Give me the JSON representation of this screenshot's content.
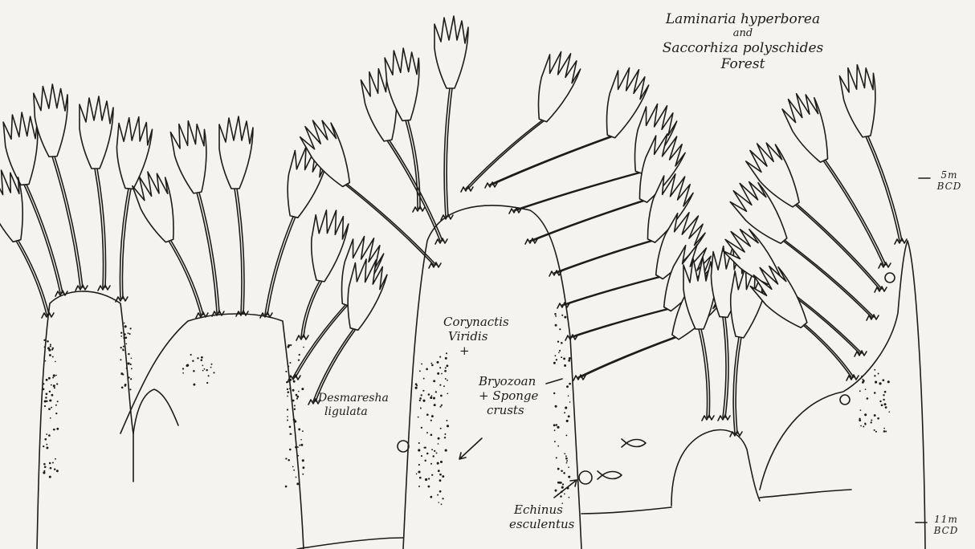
{
  "title": {
    "line1": "Laminaria hyperborea",
    "line2": "and",
    "line3": "Saccorhiza polyschides",
    "line4": "Forest"
  },
  "labels": {
    "corynactis_1": "Corynactis",
    "corynactis_2": "Viridis",
    "corynactis_plus": "+",
    "bryozoan_1": "Bryozoan",
    "bryozoan_2": "+ Sponge",
    "bryozoan_3": "crusts",
    "desmarestia_1": "Desmaresha",
    "desmarestia_2": "ligulata",
    "echinus_1": "Echinus",
    "echinus_2": "esculentus"
  },
  "depth_markers": {
    "top_value": "5m",
    "top_unit": "BCD",
    "bottom_value": "11m",
    "bottom_unit": "BCD"
  },
  "colors": {
    "ink": "#1c1c1c",
    "paper": "#f4f3ef"
  }
}
